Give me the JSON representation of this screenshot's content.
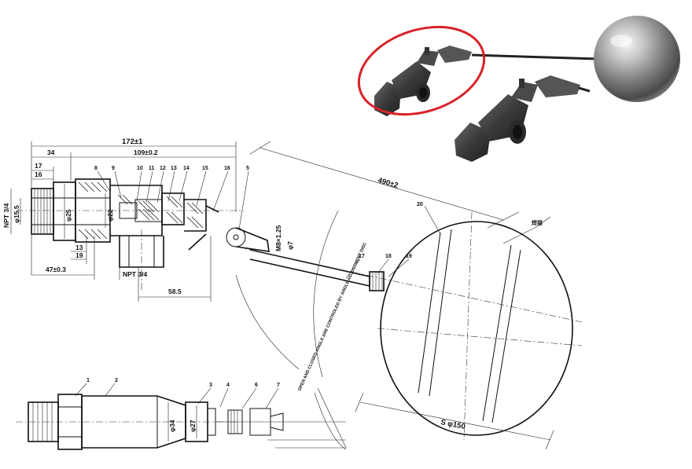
{
  "photo": {
    "highlight_color": "#d9222a",
    "metal_color": "#3f3f3f",
    "ball_color": "#9a9a9a"
  },
  "dimensions": {
    "overall_length": "172±1",
    "body_length": "109±0.2",
    "d34": "34",
    "d17": "17",
    "d16": "16",
    "d13": "13",
    "d19": "19",
    "d47": "47±0.3",
    "d58": "58.5",
    "d490": "490±2",
    "phi15": "φ15.5",
    "phi25": "φ25",
    "phi22": "φ22",
    "phi7": "φ7",
    "m8": "M8×1.25",
    "phi34": "φ34",
    "phi27": "φ27",
    "sphere": "S φ150"
  },
  "thread_labels": {
    "inlet": "NPT 3/4",
    "outlet": "NPT 3/4"
  },
  "part_numbers": {
    "top_row": [
      "8",
      "9",
      "10",
      "11",
      "12",
      "13",
      "14",
      "15",
      "16",
      "5"
    ],
    "rod_row": [
      "17",
      "18",
      "19"
    ],
    "ball": "20",
    "bottom_row": [
      "1",
      "2",
      "3",
      "4",
      "6",
      "7"
    ],
    "weld": "焊接"
  },
  "notes": {
    "angle_note": "OPEN AND CLOSED ANGLE ARE CONTROLED BY ANGLE ADJUSTMENT DISC"
  }
}
